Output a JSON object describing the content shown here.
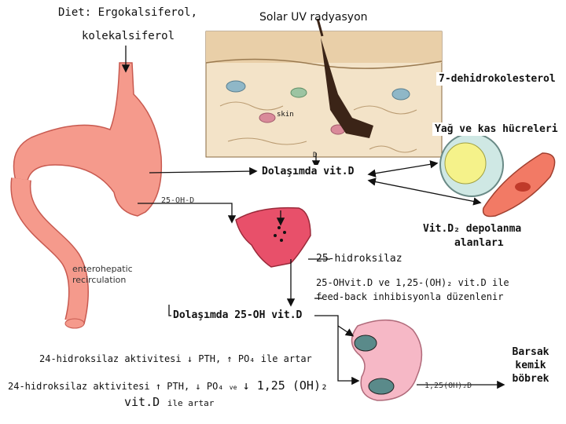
{
  "diagram": {
    "diet_line1": "Diet: Ergokalsiferol,",
    "diet_line2": "kolekalsiferol",
    "solar_uv": "Solar UV radyasyon",
    "dehydro": "7-dehidrokolesterol",
    "skin_label": "skin",
    "fat_muscle": "Yağ ve kas hücreleri",
    "circulation_vitd": "Dolaşımda vit.D",
    "d_label": "D",
    "oh_25_label": "25-OH-D",
    "storage_line1": "Vit.D₂ depolanma",
    "storage_line2": "alanları",
    "hydroxylase_25": "25-hidroksilaz",
    "regulation_line1": "25-OHvit.D ve 1,25-(OH)₂ vit.D ile",
    "regulation_line2": "feed-back inhibisyonla düzenlenir",
    "enterohepatic_line1": "enterohepatic",
    "enterohepatic_line2": "recirculation",
    "circulation_25oh": "Dolaşımda 25-OH vit.D",
    "activity_increase": "24-hidroksilaz aktivitesi ↓ PTH, ↑ PO₄ ile artar",
    "activity_decrease_a": "24-hidroksilaz aktivitesi ↑ PTH, ↓ PO₄",
    "activity_decrease_ve": "ve",
    "activity_decrease_b": "↓ 1,25 (OH)₂",
    "activity_decrease_c": "vit.D",
    "activity_decrease_d": "ile artar",
    "kidney_output": "1,25(OH)₂D",
    "targets": [
      "Barsak",
      "kemik",
      "böbrek"
    ]
  }
}
